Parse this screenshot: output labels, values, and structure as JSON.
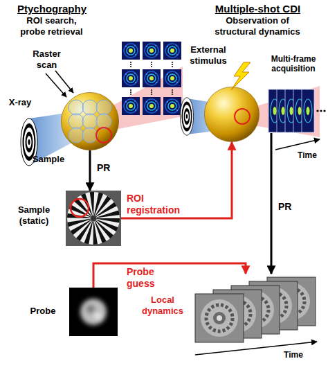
{
  "diagram": {
    "nodes": [
      {
        "text": [
          "Sample"
        ]
      },
      {
        "text": [
          "Sample (static)"
        ]
      },
      {
        "text": [
          "Probe"
        ]
      },
      {
        "text": [
          "External stimulus"
        ]
      },
      {
        "text": [
          "Multi-frame acquisition"
        ]
      },
      {
        "text": [
          "Local dynamics"
        ]
      }
    ],
    "edges": [
      {
        "from": 0,
        "to": 1,
        "label": "PR",
        "arrow": "to"
      },
      {
        "from": 1,
        "to": 3,
        "label": "ROI registration",
        "arrow": "to"
      },
      {
        "from": 2,
        "to": 5,
        "label": "Probe guess",
        "arrow": "to"
      },
      {
        "from": 4,
        "to": 5,
        "label": "PR",
        "arrow": "to"
      }
    ],
    "labels": [
      "Ptychography",
      "ROI search, probe retrieval",
      "Multiple-shot CDI",
      "Observation of structural dynamics",
      "Raster scan",
      "X-ray",
      "Time",
      "Time"
    ]
  }
}
